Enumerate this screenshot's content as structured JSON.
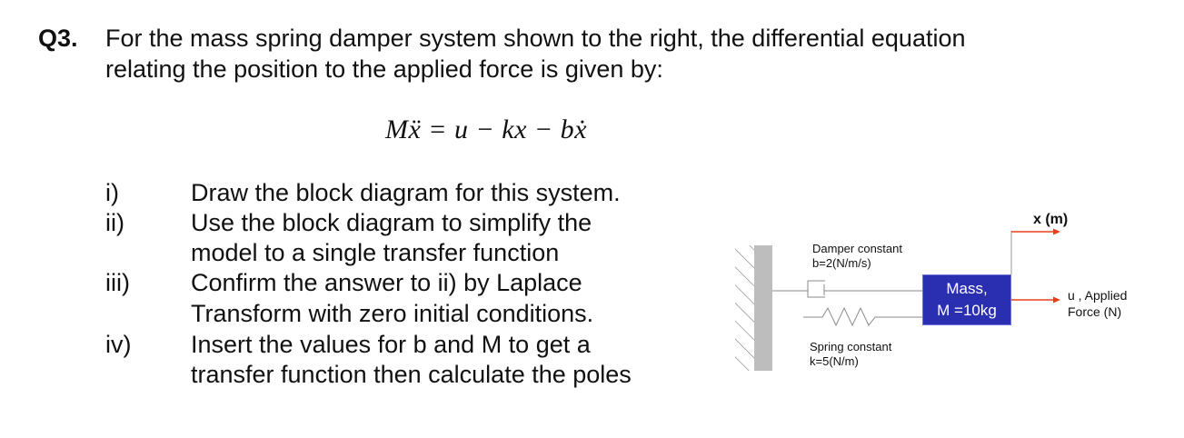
{
  "question": {
    "number": "Q3.",
    "line1": "For the mass spring damper system shown to the right, the differential equation",
    "line2": "relating the position to the applied force is given by:",
    "equation": "Mẍ = u − kx − bẋ"
  },
  "tasks": [
    {
      "num": "i)",
      "lines": [
        "Draw the block diagram for this system."
      ]
    },
    {
      "num": "ii)",
      "lines": [
        "Use the block diagram to simplify the",
        "model to a single transfer function"
      ]
    },
    {
      "num": "iii)",
      "lines": [
        "Confirm the answer to ii) by Laplace",
        "Transform with zero initial conditions."
      ]
    },
    {
      "num": "iv)",
      "lines": [
        "Insert the values for b and M to get a",
        "transfer function then calculate the poles"
      ]
    }
  ],
  "diagram": {
    "damper_label_1": "Damper constant",
    "damper_label_2": "b=2(N/m/s)",
    "spring_label_1": "Spring constant",
    "spring_label_2": "k=5(N/m)",
    "mass_line1": "Mass,",
    "mass_line2": "M =10kg",
    "x_label": "x (m)",
    "force_label_1": "u , Applied",
    "force_label_2": "Force (N)",
    "colors": {
      "mass_fill": "#2a2eb0",
      "arrow": "#e8401c",
      "wall": "#bdbdbd"
    }
  }
}
